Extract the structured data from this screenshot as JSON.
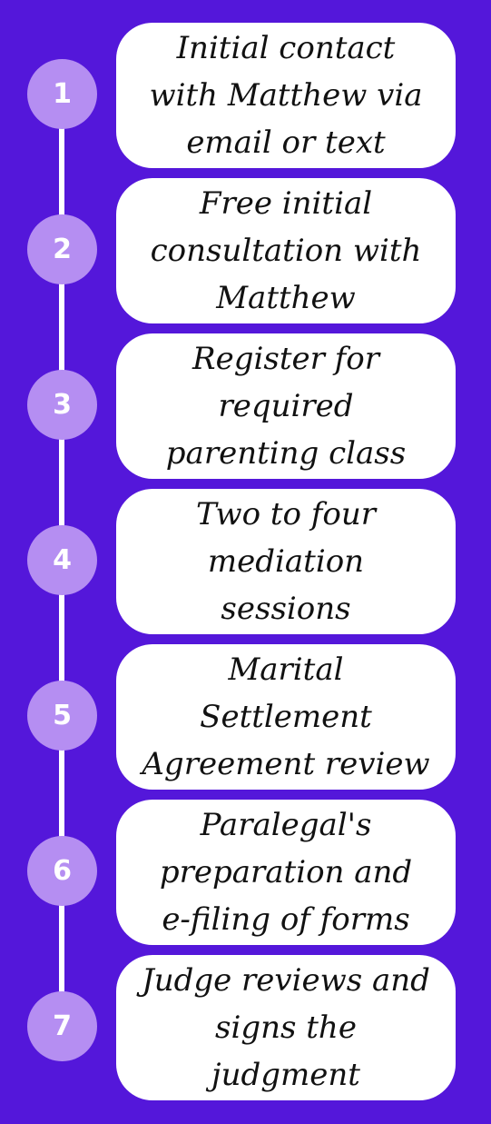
{
  "steps": [
    {
      "number": "1",
      "text": "Initial contact\nwith Matthew via\nemail or text"
    },
    {
      "number": "2",
      "text": "Free initial\nconsultation with\nMatthew"
    },
    {
      "number": "3",
      "text": "Register for\nrequired\nparenting class"
    },
    {
      "number": "4",
      "text": "Two to four\nmediation\nsessions"
    },
    {
      "number": "5",
      "text": "Marital\nSettlement\nAgreement review"
    },
    {
      "number": "6",
      "text": "Paralegal's\npreparation and\ne-filing of forms"
    },
    {
      "number": "7",
      "text": "Judge reviews and\nsigns the\njudgment"
    }
  ],
  "colors": {
    "background": "#5417da",
    "circle": "#b58ef2",
    "card": "#ffffff",
    "line": "#ffffff"
  }
}
